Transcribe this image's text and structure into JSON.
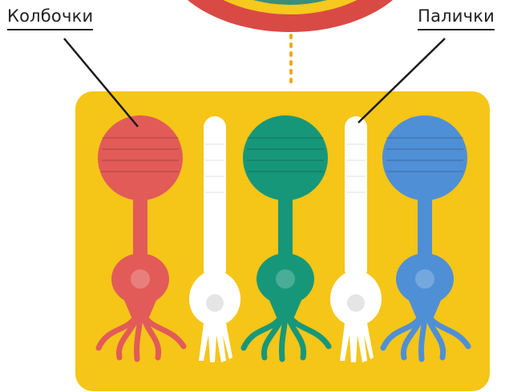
{
  "labels": {
    "cones": "Колбочки",
    "rods": "Палички"
  },
  "colors": {
    "panel": "#f5c518",
    "eye_outer": "#d94a45",
    "eye_ring": "#f7c81e",
    "eye_inner": "#3a8f7a",
    "cone_red": "#e25b58",
    "cone_green": "#17977a",
    "cone_blue": "#4f8fd6",
    "rod": "#ffffff",
    "dotted_line": "#f2a81a",
    "pointer": "#1a1a1a"
  },
  "cells": [
    {
      "type": "cone",
      "color_key": "cone_red"
    },
    {
      "type": "rod",
      "color_key": "rod"
    },
    {
      "type": "cone",
      "color_key": "cone_green"
    },
    {
      "type": "rod",
      "color_key": "rod"
    },
    {
      "type": "cone",
      "color_key": "cone_blue"
    }
  ]
}
